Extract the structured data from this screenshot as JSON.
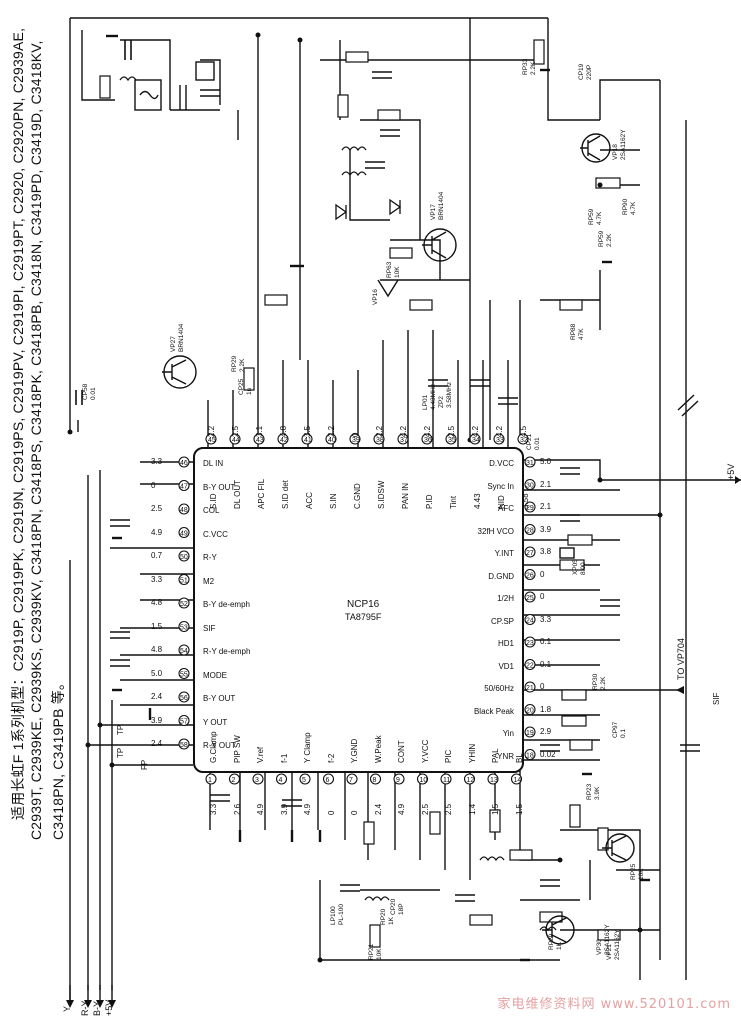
{
  "models": {
    "line1": "适用长虹F 1系列机型：C2919P, C2919PK, C2919N, C2919PS, C2919PV, C2919PI, C2919PT, C2920, C2920PN, C2939AE,",
    "line2": "C2939T, C2939KE, C2939KS, C2939KV, C3418PN, C3418PS, C3418PK, C3418PB, C3418N, C3419PD, C3419D, C3418KV,",
    "line3": "C3418PN, C3419PB 等。"
  },
  "ic": {
    "ref": "NCP16",
    "part": "TA8795F",
    "top_pins": [
      {
        "num": "45",
        "name": "S.ID",
        "volt": "2.2"
      },
      {
        "num": "44",
        "name": "DL OUT",
        "volt": "2.5"
      },
      {
        "num": "43",
        "name": "APC FIL",
        "volt": "3.1"
      },
      {
        "num": "42",
        "name": "S.ID det",
        "volt": "4.8"
      },
      {
        "num": "41",
        "name": "ACC",
        "volt": "3.5"
      },
      {
        "num": "40",
        "name": "S.IN",
        "volt": "2.2"
      },
      {
        "num": "39",
        "name": "C.GND",
        "volt": "0"
      },
      {
        "num": "38",
        "name": "S.IDSW",
        "volt": "2.2"
      },
      {
        "num": "37",
        "name": "PAN IN",
        "volt": "4.2"
      },
      {
        "num": "36",
        "name": "P.ID",
        "volt": "4.2"
      },
      {
        "num": "35",
        "name": "Tint",
        "volt": "2.5"
      },
      {
        "num": "34",
        "name": "4.43",
        "volt": "4.2"
      },
      {
        "num": "33",
        "name": "NID",
        "volt": "4.2"
      },
      {
        "num": "32",
        "name": "3.58",
        "volt": "4.5"
      }
    ],
    "left_pins": [
      {
        "num": "46",
        "name": "DL IN",
        "volt": "3.3"
      },
      {
        "num": "47",
        "name": "B-Y OUT",
        "volt": "0"
      },
      {
        "num": "48",
        "name": "COL",
        "volt": "2.5"
      },
      {
        "num": "49",
        "name": "C.VCC",
        "volt": "4.9"
      },
      {
        "num": "50",
        "name": "R-Y",
        "volt": "0.7"
      },
      {
        "num": "51",
        "name": "M2",
        "volt": "3.3"
      },
      {
        "num": "52",
        "name": "B-Y de-emph",
        "volt": "4.8"
      },
      {
        "num": "53",
        "name": "SIF",
        "volt": "1.5"
      },
      {
        "num": "54",
        "name": "R-Y de-emph",
        "volt": "4.8"
      },
      {
        "num": "55",
        "name": "MODE",
        "volt": "5.0"
      },
      {
        "num": "56",
        "name": "B-Y OUT",
        "volt": "2.4"
      },
      {
        "num": "57",
        "name": "Y OUT",
        "volt": "3.9"
      },
      {
        "num": "58",
        "name": "R-Y OUT",
        "volt": "2.4"
      }
    ],
    "right_pins": [
      {
        "num": "31",
        "name": "D.VCC",
        "volt": "5.0"
      },
      {
        "num": "30",
        "name": "Sync In",
        "volt": "2.1"
      },
      {
        "num": "29",
        "name": "AFC",
        "volt": "2.1"
      },
      {
        "num": "28",
        "name": "32fH VCO",
        "volt": "3.9"
      },
      {
        "num": "27",
        "name": "Y.INT",
        "volt": "3.8"
      },
      {
        "num": "26",
        "name": "D.GND",
        "volt": "0"
      },
      {
        "num": "25",
        "name": "1/2H",
        "volt": "0"
      },
      {
        "num": "24",
        "name": "CP.SP",
        "volt": "3.3"
      },
      {
        "num": "23",
        "name": "HD1",
        "volt": "0.1"
      },
      {
        "num": "22",
        "name": "VD1",
        "volt": "0.1"
      },
      {
        "num": "21",
        "name": "50/60Hz",
        "volt": "0"
      },
      {
        "num": "20",
        "name": "Black Peak",
        "volt": "1.8"
      },
      {
        "num": "19",
        "name": "Yin",
        "volt": "2.9"
      },
      {
        "num": "18",
        "name": "YNR",
        "volt": "0.02"
      }
    ],
    "bottom_pins": [
      {
        "num": "1",
        "name": "G.Clamp",
        "volt": "3.3"
      },
      {
        "num": "2",
        "name": "PIP SW",
        "volt": "2.6"
      },
      {
        "num": "3",
        "name": "V.ref",
        "volt": "4.9"
      },
      {
        "num": "4",
        "name": "f-1",
        "volt": "3.9"
      },
      {
        "num": "5",
        "name": "Y Clamp",
        "volt": "4.9"
      },
      {
        "num": "6",
        "name": "f-2",
        "volt": "0"
      },
      {
        "num": "7",
        "name": "Y.GND",
        "volt": "0"
      },
      {
        "num": "8",
        "name": "W.Peak",
        "volt": "2.4"
      },
      {
        "num": "9",
        "name": "CONT",
        "volt": "4.9"
      },
      {
        "num": "10",
        "name": "Y.VCC",
        "volt": "2.5"
      },
      {
        "num": "11",
        "name": "PIC",
        "volt": "2.5"
      },
      {
        "num": "12",
        "name": "YHIN",
        "volt": "1.4"
      },
      {
        "num": "13",
        "name": "PAL",
        "volt": "1.5"
      },
      {
        "num": "14",
        "name": "BL",
        "volt": "1.5"
      }
    ]
  },
  "components": [
    {
      "ref": "RP33",
      "value": "2.2K"
    },
    {
      "ref": "VP18",
      "value": "2SA1162Y"
    },
    {
      "ref": "RP59",
      "value": "4.7K"
    },
    {
      "ref": "RP90",
      "value": "4.7K"
    },
    {
      "ref": "VP17",
      "value": "BRN1404"
    },
    {
      "ref": "RP63",
      "value": "10K"
    },
    {
      "ref": "VP16",
      "value": ""
    },
    {
      "ref": "RP88",
      "value": "47K"
    },
    {
      "ref": "VP27",
      "value": "BRN1404"
    },
    {
      "ref": "CP58",
      "value": "0.01"
    },
    {
      "ref": "CP25",
      "value": "1u"
    },
    {
      "ref": "RP29",
      "value": "2.2K"
    },
    {
      "ref": "LP01",
      "value": "4.43MHz"
    },
    {
      "ref": "ZP2",
      "value": "3.58MHz"
    },
    {
      "ref": "CP21",
      "value": "0.01"
    },
    {
      "ref": "XP05",
      "value": "8.00"
    },
    {
      "ref": "RP30",
      "value": "2.2K"
    },
    {
      "ref": "CP97",
      "value": "0.1"
    },
    {
      "ref": "RP23",
      "value": "3.9K"
    },
    {
      "ref": "RP25",
      "value": "10K"
    },
    {
      "ref": "RP29",
      "value": "1K"
    },
    {
      "ref": "VP21",
      "value": "2SA1162Y"
    },
    {
      "ref": "VP30",
      "value": "2SA1162Y"
    },
    {
      "ref": "RP21",
      "value": "10K"
    },
    {
      "ref": "RP20",
      "value": "1K"
    },
    {
      "ref": "LP100",
      "value": "PL-100"
    },
    {
      "ref": "CP20",
      "value": "18P"
    },
    {
      "ref": "CP19",
      "value": "220P"
    },
    {
      "ref": "RP59",
      "value": "2.2K"
    }
  ],
  "edge_labels": {
    "bottom_y": "Y",
    "bottom_ry": "R-Y",
    "bottom_by": "B-Y",
    "bottom_5v": "+5V",
    "right_5v": "+5V",
    "to_vp704": "TO VP704",
    "sif": "SIF",
    "fp": "FP",
    "tp1": "TP",
    "tp2": "TP"
  },
  "watermark": "家电维修资料网 www.520101.com"
}
